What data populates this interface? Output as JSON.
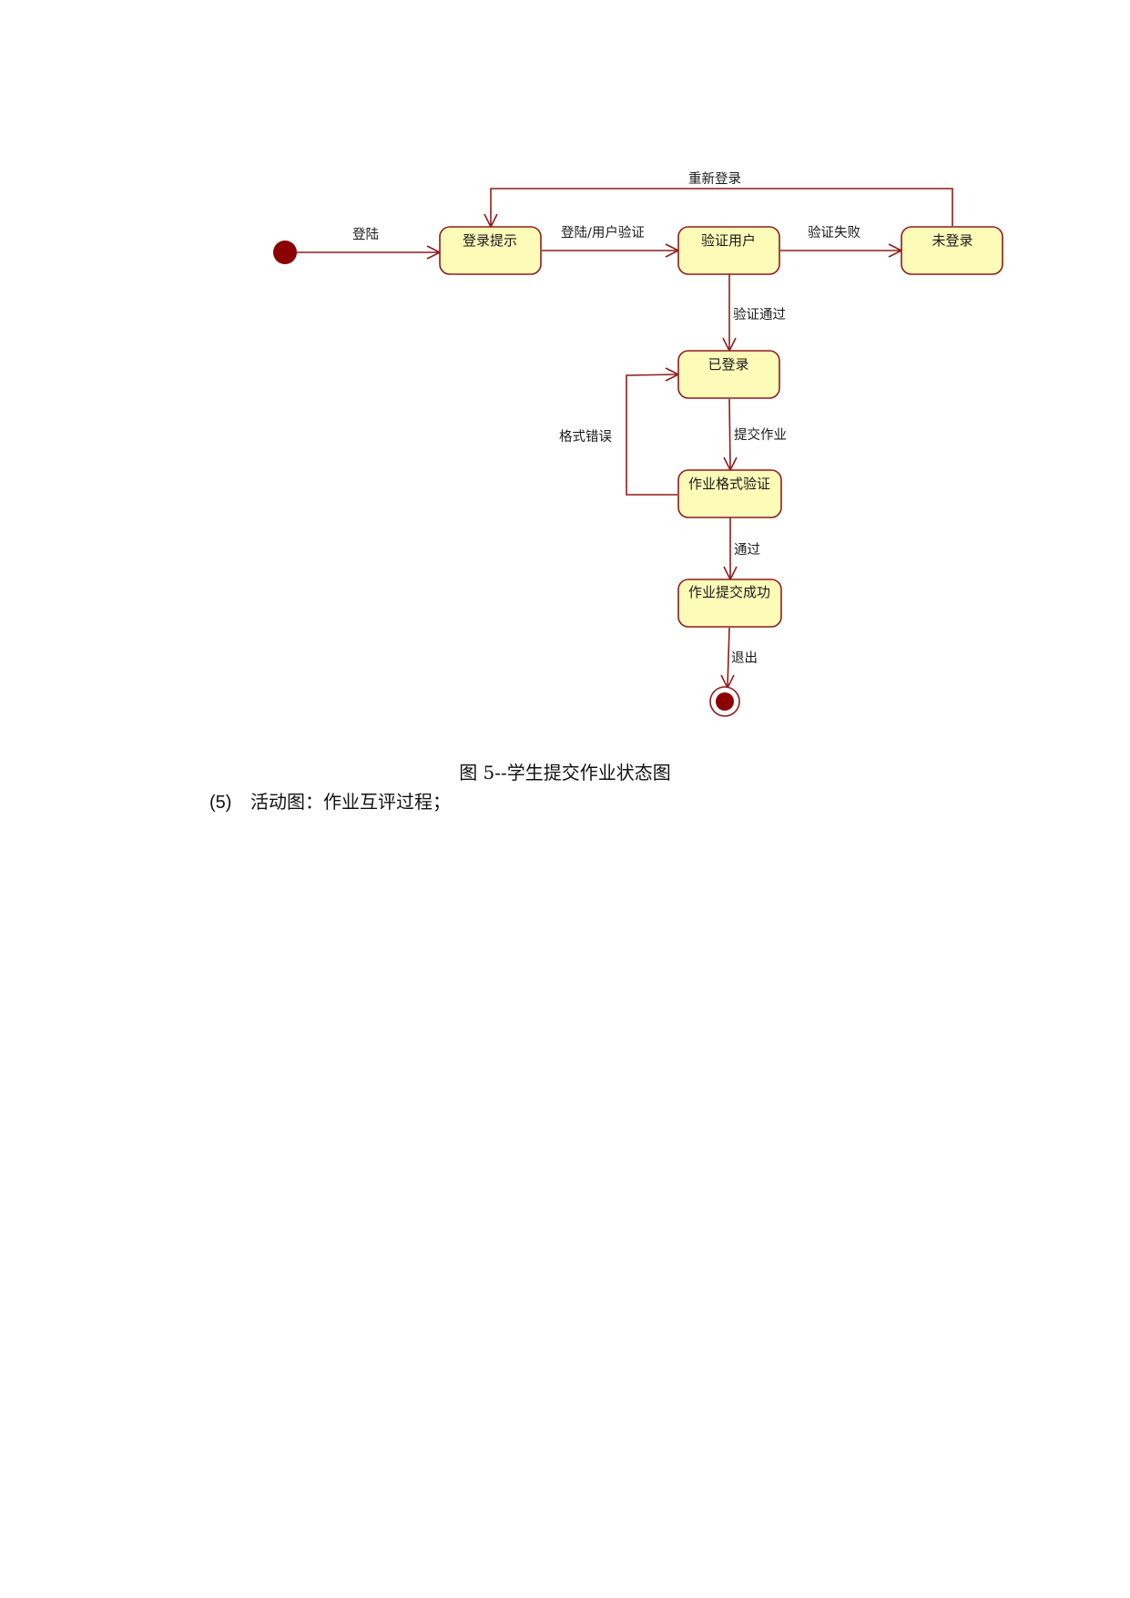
{
  "diagram": {
    "states": {
      "login_prompt": "登录提示",
      "verify_user": "验证用户",
      "not_logged_in": "未登录",
      "logged_in": "已登录",
      "format_check": "作业格式验证",
      "submit_success": "作业提交成功"
    },
    "transitions": {
      "login": "登陆",
      "login_verify": "登陆/用户验证",
      "verify_fail": "验证失败",
      "relogin": "重新登录",
      "verify_pass": "验证通过",
      "submit_homework": "提交作业",
      "format_error": "格式错误",
      "pass": "通过",
      "exit": "退出"
    },
    "colors": {
      "state_fill": "#fdfbb8",
      "line": "#8f1c1c",
      "initial_node": "#8b0000"
    }
  },
  "caption": "图 5--学生提交作业状态图",
  "section": {
    "number": "(5)",
    "text": "活动图：作业互评过程；"
  }
}
